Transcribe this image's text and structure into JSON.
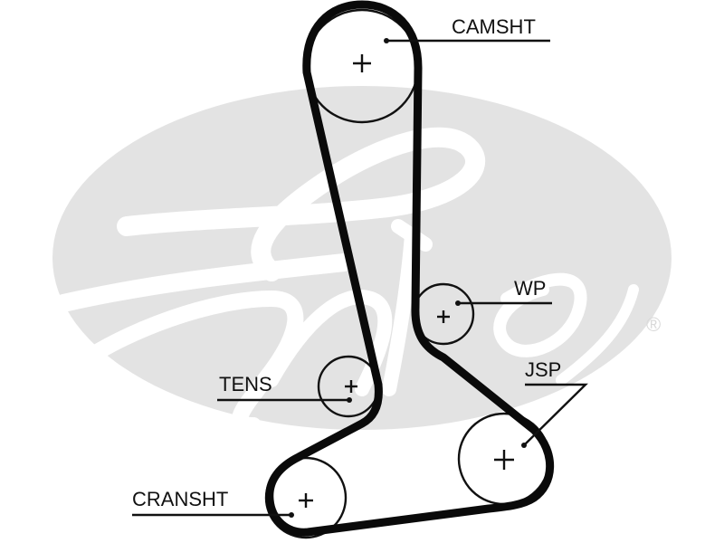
{
  "diagram": {
    "title": "Timing belt routing",
    "brand_watermark": "Gates",
    "registered_mark": "®",
    "colors": {
      "belt": "#0a0a0a",
      "pulley_outline": "#111111",
      "watermark": "#e3e3e3",
      "watermark_letters": "#ffffff",
      "label": "#111111"
    },
    "pulleys": [
      {
        "id": "camshaft",
        "label": "CAMSHT"
      },
      {
        "id": "water-pump",
        "label": "WP"
      },
      {
        "id": "tensioner",
        "label": "TENS"
      },
      {
        "id": "jackshaft",
        "label": "JSP"
      },
      {
        "id": "crankshaft",
        "label": "CRANSHT"
      }
    ],
    "center_mark": "+"
  }
}
